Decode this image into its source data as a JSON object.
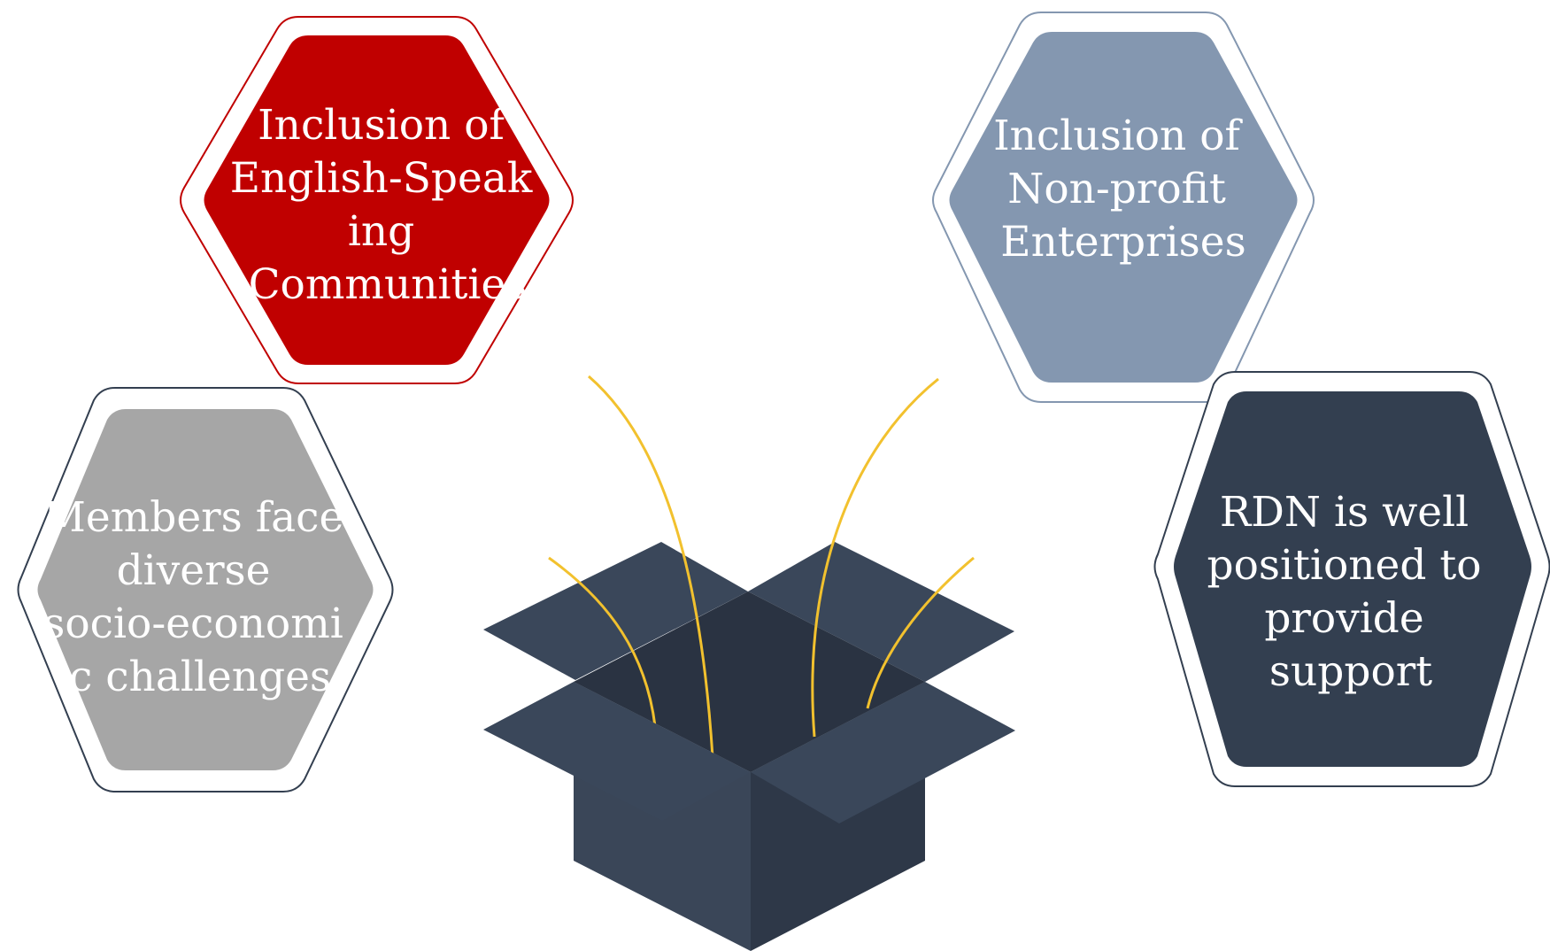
{
  "hexagons": {
    "english": {
      "lines": [
        "Inclusion of",
        "English-Speak",
        "ing",
        "Communities"
      ],
      "fill": "#C00000",
      "outline": "#C00000"
    },
    "nonprofit": {
      "lines": [
        "Inclusion of",
        "Non-profit",
        "Enterprises"
      ],
      "fill": "#8497B0",
      "outline": "#8497B0"
    },
    "members": {
      "lines": [
        "Members face",
        "diverse",
        "socio-economi",
        "c challenges"
      ],
      "fill": "#A6A6A6",
      "outline": "#333F50"
    },
    "rdn": {
      "lines": [
        "RDN is well",
        "positioned to",
        "provide",
        "support"
      ],
      "fill": "#333F50",
      "outline": "#333F50"
    }
  },
  "box": {
    "color": "#3B4759",
    "streamer_color": "#F2C12E"
  }
}
